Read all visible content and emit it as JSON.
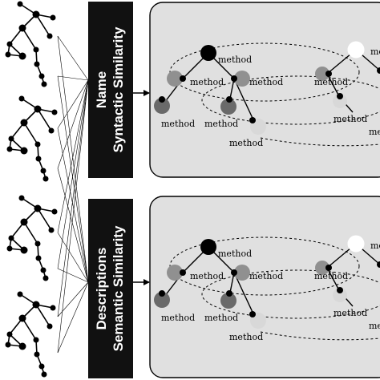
{
  "blocks": [
    {
      "line1": "Name",
      "line2": "Syntactic Similarity"
    },
    {
      "line1": "Descriptions",
      "line2": "Semantic Similarity"
    }
  ],
  "node_label": "method",
  "colors": {
    "panel_fill": "#e0e0e0",
    "label_box": "#111111",
    "node_black": "#000000",
    "node_dark": "#6a6a6a",
    "node_mid": "#909090",
    "node_light": "#d8d8d8",
    "node_white": "#ffffff"
  }
}
